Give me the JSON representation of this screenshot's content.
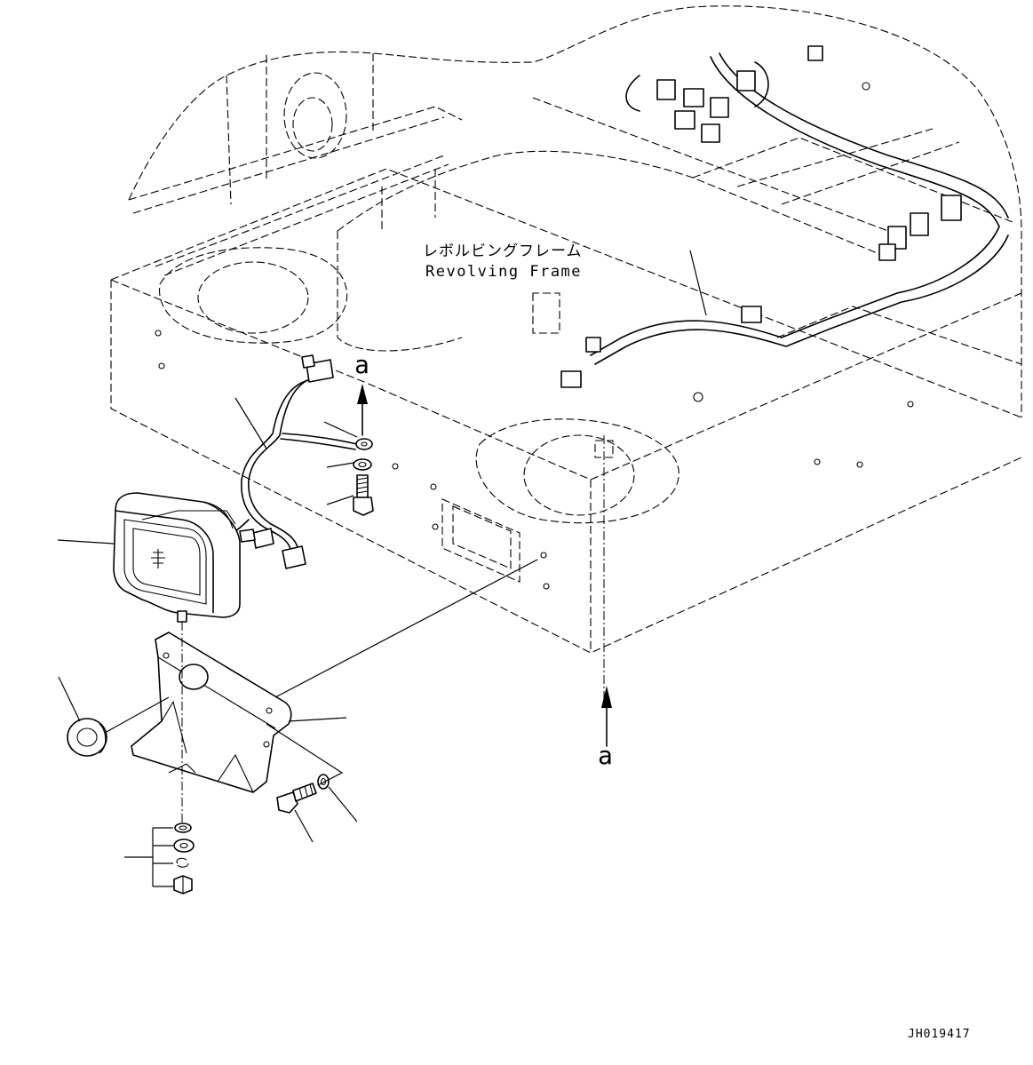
{
  "labels": {
    "frame_jp": "レボルビングフレーム",
    "frame_en": "Revolving Frame",
    "view_marker_top": "a",
    "view_marker_bottom": "a",
    "drawing_number": "JH019417"
  }
}
